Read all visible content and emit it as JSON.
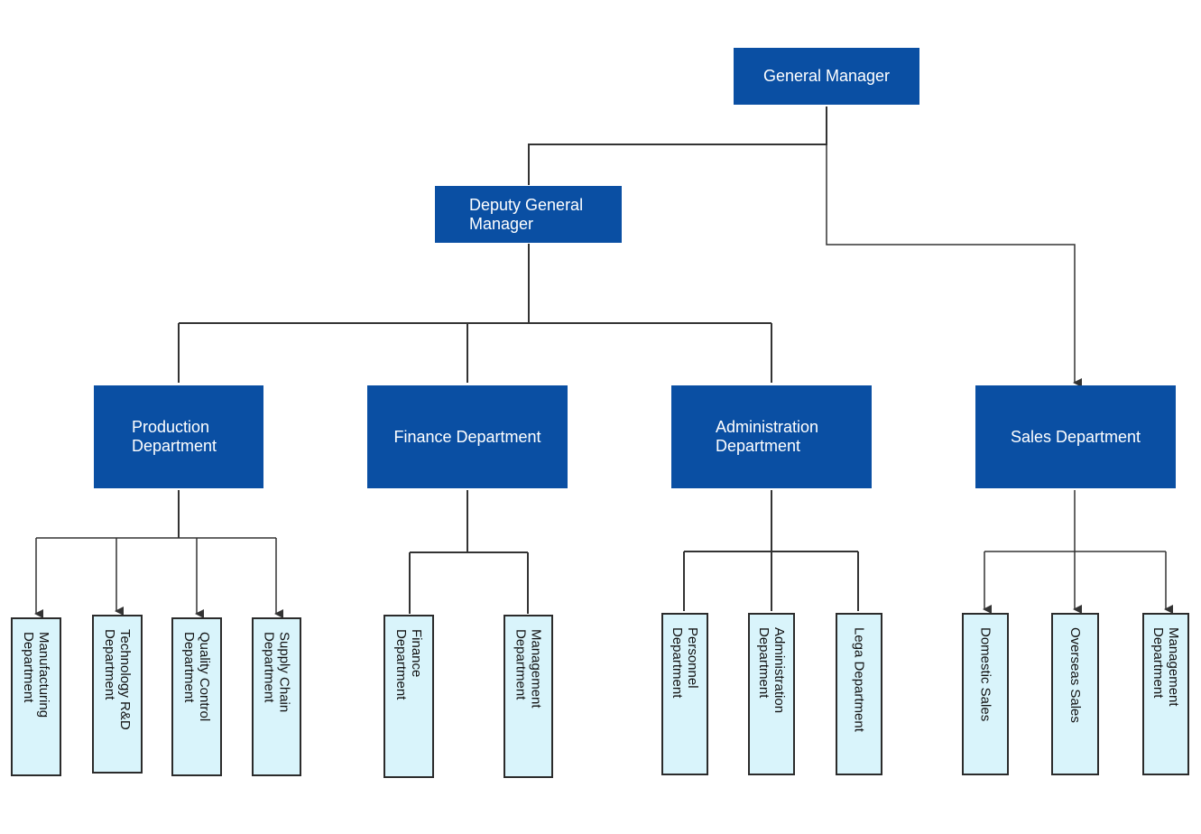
{
  "colors": {
    "box_fill": "#0a4fa3",
    "box_text": "#ffffff",
    "leaf_fill": "#d9f4fb",
    "leaf_border": "#2b2b2b",
    "connector": "#333333"
  },
  "org": {
    "general_manager": "General Manager",
    "deputy_general_manager": "Deputy General\nManager",
    "production": "Production\nDepartment",
    "finance": "Finance Department",
    "administration": "Administration\nDepartment",
    "sales": "Sales Department"
  },
  "sub_units": {
    "production": [
      "Manufacturing\nDepartment",
      "Technology R&D\nDepartment",
      "Quality Control\nDepartment",
      "Supply Chain\nDepartment"
    ],
    "finance": [
      "Finance\nDepartment",
      "Management\nDepartment"
    ],
    "administration": [
      "Personnel\nDepartment",
      "Administration\nDepartment",
      "Lega Department"
    ],
    "sales": [
      "Domestic Sales",
      "Overseas Sales",
      "Management\nDepartment"
    ]
  }
}
